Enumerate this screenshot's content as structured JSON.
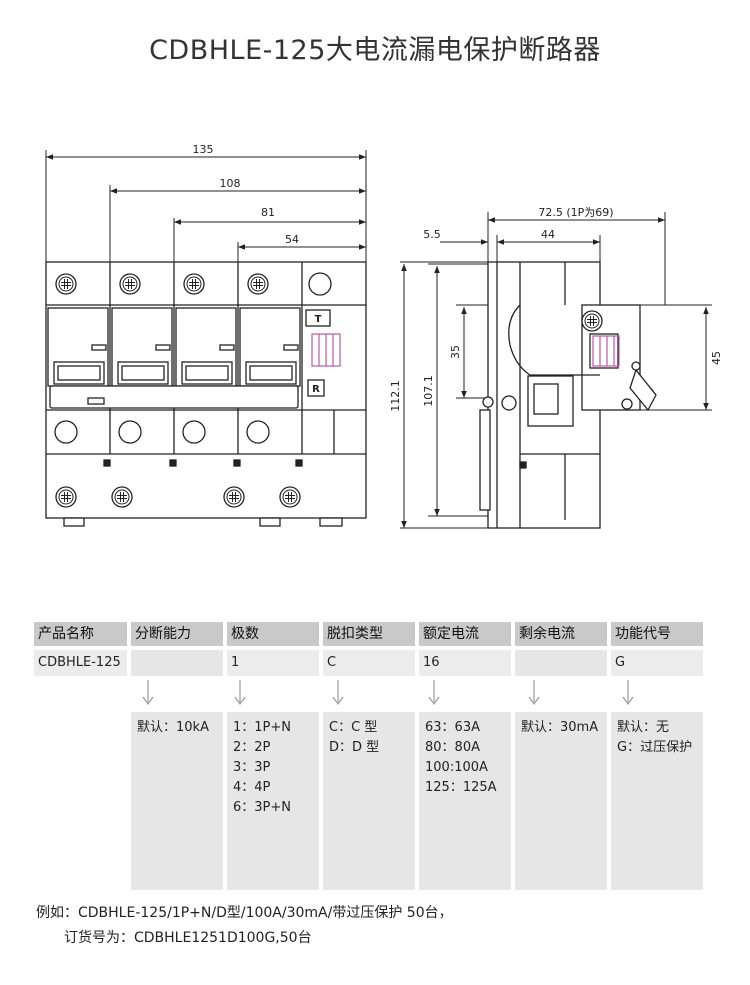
{
  "title": "CDBHLE-125大电流漏电保护断路器",
  "dimensions": {
    "front_top": [
      "135",
      "108",
      "81",
      "54"
    ],
    "side_top": [
      "72.5 (1P为69)",
      "44"
    ],
    "side_left": [
      "5.5",
      "112.1",
      "107.1",
      "35"
    ],
    "side_right": "45"
  },
  "front_labels": {
    "t_button": "T",
    "r_button": "R"
  },
  "table": {
    "headers": [
      "产品名称",
      "分断能力",
      "极数",
      "脱扣类型",
      "额定电流",
      "剩余电流",
      "功能代号"
    ],
    "values": [
      "CDBHLE-125",
      "",
      "1",
      "C",
      "16",
      "",
      "G"
    ],
    "options": {
      "breaking": [
        "默认：10kA"
      ],
      "poles": [
        "1：1P+N",
        "2：2P",
        "3：3P",
        "4：4P",
        "6：3P+N"
      ],
      "trip": [
        "C：C 型",
        "D：D 型"
      ],
      "current": [
        "63：63A",
        "80：80A",
        "100:100A",
        "125：125A"
      ],
      "residual": [
        "默认：30mA"
      ],
      "function": [
        "默认：无",
        "G：过压保护"
      ]
    }
  },
  "example": {
    "line1": "例如：CDBHLE-125/1P+N/D型/100A/30mA/带过压保护 50台，",
    "line2": "订货号为：CDBHLE1251D100G,50台"
  },
  "colors": {
    "header_bg": "#c9c9c9",
    "cell_bg": "#e6e6e6",
    "accent_purple": "#b65aa8"
  }
}
